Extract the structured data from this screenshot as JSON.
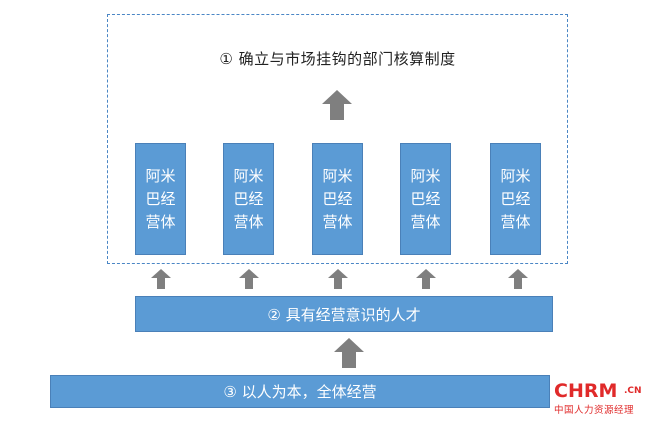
{
  "top_title": "① 确立与市场挂钩的部门核算制度",
  "units": [
    "阿米巴经营体",
    "阿米巴经营体",
    "阿米巴经营体",
    "阿米巴经营体",
    "阿米巴经营体"
  ],
  "middle_bar": "② 具有经营意识的人才",
  "bottom_bar": "③ 以人为本，全体经营",
  "watermark": {
    "main": "CHRM",
    "suffix": ".CN",
    "subtitle": "中国人力资源经理"
  },
  "colors": {
    "box_fill": "#5b9bd5",
    "arrow": "#7f7f7f",
    "frame": "#4a86c5",
    "watermark": "#e02a2a"
  }
}
